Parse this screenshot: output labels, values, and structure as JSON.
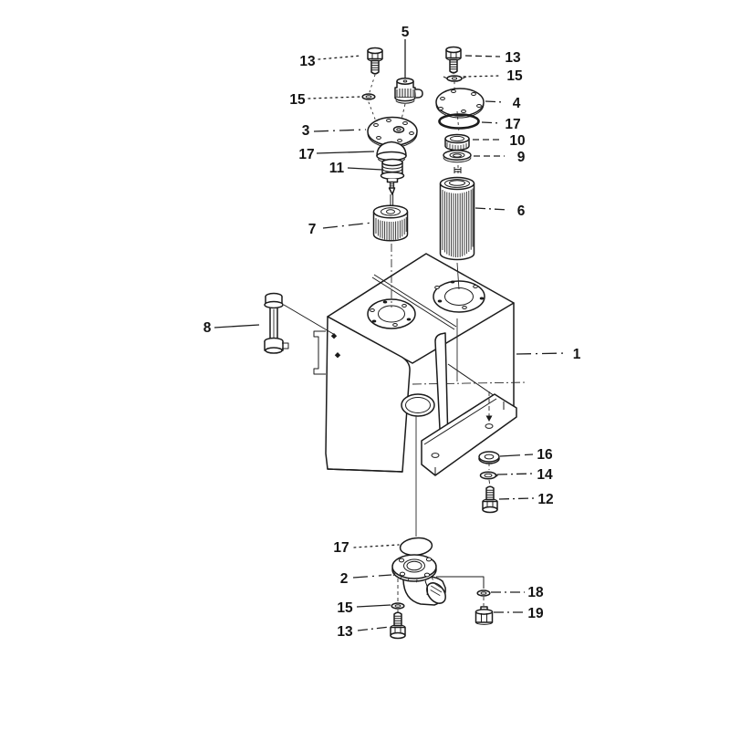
{
  "colors": {
    "ink": "#1b1b1b",
    "paper": "#ffffff"
  },
  "callouts": [
    {
      "text": "13"
    },
    {
      "text": "5"
    },
    {
      "text": "13"
    },
    {
      "text": "15"
    },
    {
      "text": "15"
    },
    {
      "text": "4"
    },
    {
      "text": "3"
    },
    {
      "text": "17"
    },
    {
      "text": "10"
    },
    {
      "text": "17"
    },
    {
      "text": "9"
    },
    {
      "text": "11"
    },
    {
      "text": "6"
    },
    {
      "text": "7"
    },
    {
      "text": "8"
    },
    {
      "text": "1"
    },
    {
      "text": "16"
    },
    {
      "text": "14"
    },
    {
      "text": "12"
    },
    {
      "text": "17"
    },
    {
      "text": "2"
    },
    {
      "text": "18"
    },
    {
      "text": "15"
    },
    {
      "text": "19"
    },
    {
      "text": "13"
    }
  ]
}
